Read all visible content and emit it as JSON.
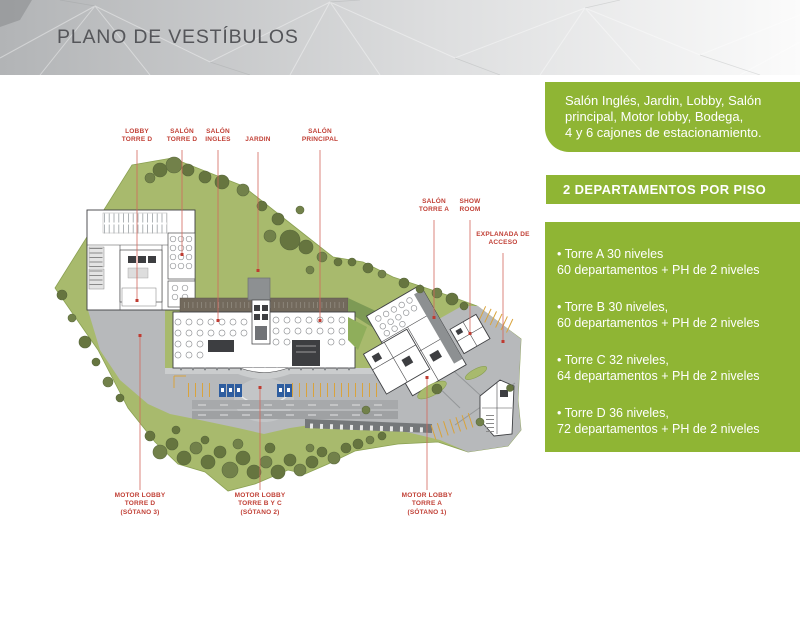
{
  "page": {
    "title": "PLANO DE VESTÍBULOS"
  },
  "sidebar": {
    "accent_color": "#8fb534",
    "amenities_text": "Salón Inglés, Jardin, Lobby, Salón\nprincipal, Motor lobby, Bodega,\n4 y 6 cajones de estacionamiento.",
    "highlight": "2 DEPARTAMENTOS POR PISO",
    "towers": [
      {
        "line1": "• Torre A 30 niveles",
        "line2": "60 departamentos + PH de 2 niveles"
      },
      {
        "line1": "• Torre B 30 niveles,",
        "line2": "60 departamentos + PH de 2 niveles"
      },
      {
        "line1": "• Torre C 32 niveles,",
        "line2": "64 departamentos + PH de 2 niveles"
      },
      {
        "line1": "• Torre D 36 niveles,",
        "line2": "72 departamentos + PH de 2 niveles"
      }
    ]
  },
  "plan": {
    "label_color": "#c14036",
    "labels": [
      {
        "id": "lobby-torre-d",
        "text": "LOBBY\nTORRE D"
      },
      {
        "id": "salon-torre-d",
        "text": "SALÓN\nTORRE D"
      },
      {
        "id": "salon-ingles",
        "text": "SALÓN\nINGLES"
      },
      {
        "id": "jardin",
        "text": "JARDIN"
      },
      {
        "id": "salon-principal",
        "text": "SALÓN\nPRINCIPAL"
      },
      {
        "id": "salon-torre-a",
        "text": "SALÓN\nTORRE A"
      },
      {
        "id": "show-room",
        "text": "SHOW\nROOM"
      },
      {
        "id": "explanada-de-acceso",
        "text": "EXPLANADA DE\nACCESO"
      },
      {
        "id": "motor-lobby-torre-d",
        "text": "MOTOR LOBBY\nTORRE D\n(SÓTANO 3)"
      },
      {
        "id": "motor-lobby-torre-byc",
        "text": "MOTOR LOBBY\nTORRE B Y C\n(SÓTANO 2)"
      },
      {
        "id": "motor-lobby-torre-a",
        "text": "MOTOR LOBBY\nTORRE A\n(SÓTANO 1)"
      }
    ]
  }
}
